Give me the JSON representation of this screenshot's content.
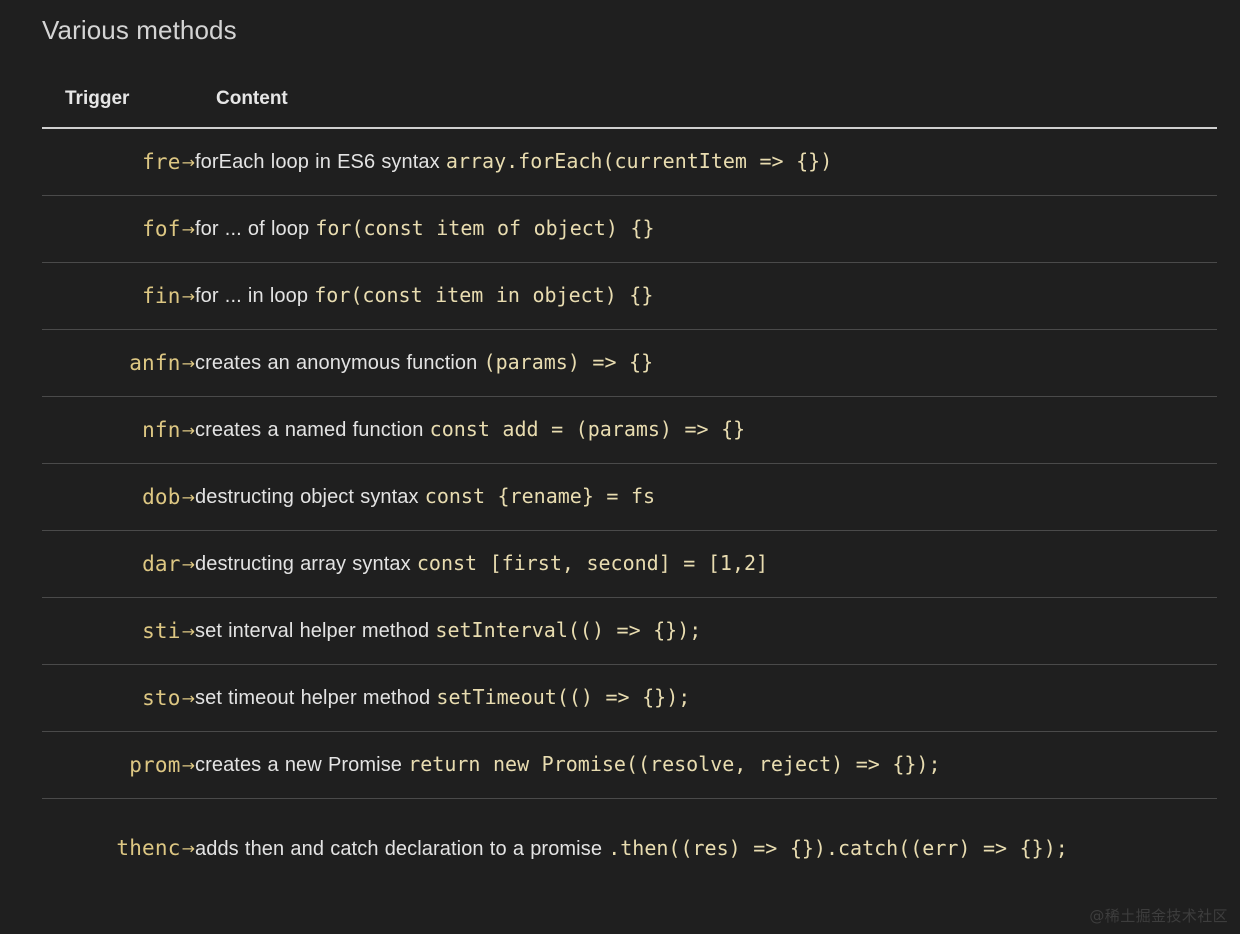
{
  "page": {
    "title": "Various methods",
    "background_color": "#1f1f1f",
    "watermark": "@稀土掘金技术社区"
  },
  "colors": {
    "background": "#1f1f1f",
    "title_text": "#d4d4d4",
    "header_text": "#e6e6e6",
    "header_rule": "#cfcfcf",
    "row_rule": "#4a4a4a",
    "description_text": "#e3e3e3",
    "code_text": "#e8dcb0",
    "trigger_text": "#ddc783",
    "watermark_text": "#3d3d3d"
  },
  "table": {
    "headers": {
      "trigger": "Trigger",
      "content": "Content"
    },
    "arrow_glyph": "→",
    "rows": [
      {
        "trigger": "fre",
        "description": "forEach loop in ES6 syntax",
        "code": "array.forEach(currentItem => {})",
        "wraps": false
      },
      {
        "trigger": "fof",
        "description": "for ... of loop",
        "code": "for(const item of object) {}",
        "wraps": false
      },
      {
        "trigger": "fin",
        "description": "for ... in loop",
        "code": "for(const item in object) {}",
        "wraps": false
      },
      {
        "trigger": "anfn",
        "description": "creates an anonymous function",
        "code": "(params) => {}",
        "wraps": false
      },
      {
        "trigger": "nfn",
        "description": "creates a named function",
        "code": "const add = (params) => {}",
        "wraps": false
      },
      {
        "trigger": "dob",
        "description": "destructing object syntax",
        "code": "const {rename} = fs",
        "wraps": false
      },
      {
        "trigger": "dar",
        "description": "destructing array syntax",
        "code": "const [first, second] = [1,2]",
        "wraps": false
      },
      {
        "trigger": "sti",
        "description": "set interval helper method",
        "code": "setInterval(() => {});",
        "wraps": false
      },
      {
        "trigger": "sto",
        "description": "set timeout helper method",
        "code": "setTimeout(() => {});",
        "wraps": false
      },
      {
        "trigger": "prom",
        "description": "creates a new Promise",
        "code": "return new Promise((resolve, reject) => {});",
        "wraps": false
      },
      {
        "trigger": "thenc",
        "description": "adds then and catch declaration to a promise",
        "code": ".then((res) => {}).catch((err) => {});",
        "wraps": true
      }
    ]
  }
}
